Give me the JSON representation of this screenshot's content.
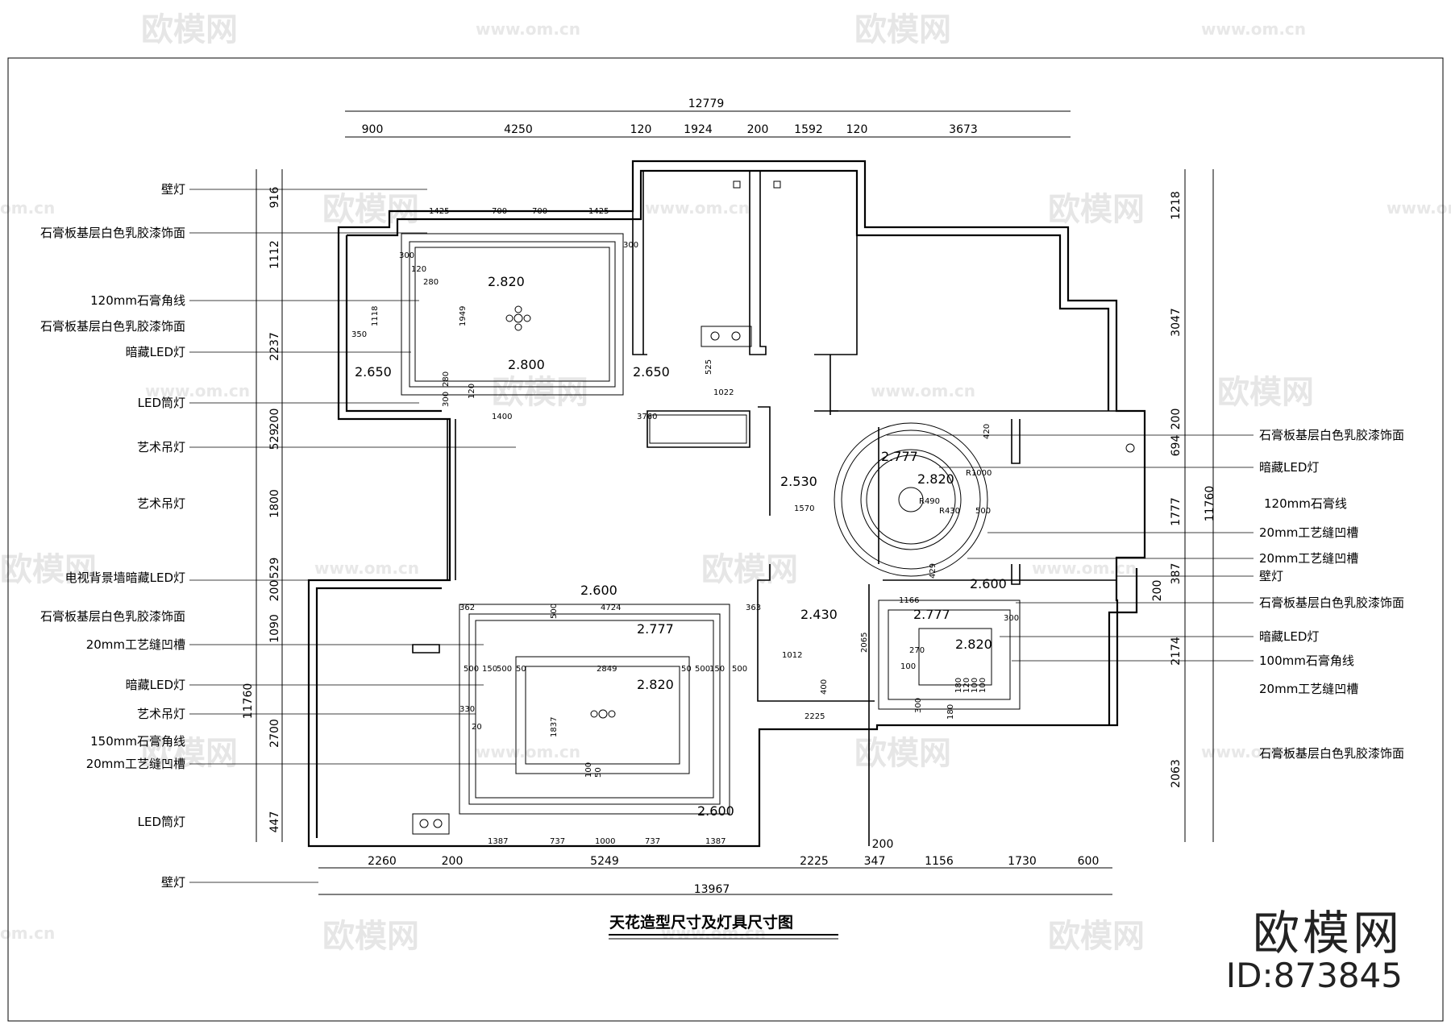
{
  "title": "天花造型尺寸及灯具尺寸图",
  "brand": {
    "name": "欧模网",
    "id": "ID:873845"
  },
  "watermark": {
    "logo": "欧模网",
    "url": "www.om.cn",
    "short": "om.cn"
  },
  "labels_left": [
    "壁灯",
    "石膏板基层白色乳胶漆饰面",
    "120mm石膏角线",
    "石膏板基层白色乳胶漆饰面",
    "暗藏LED灯",
    "LED筒灯",
    "艺术吊灯",
    "艺术吊灯",
    "电视背景墙暗藏LED灯",
    "石膏板基层白色乳胶漆饰面",
    "20mm工艺缝凹槽",
    "暗藏LED灯",
    "艺术吊灯",
    "150mm石膏角线",
    "20mm工艺缝凹槽",
    "LED筒灯",
    "壁灯"
  ],
  "labels_right": [
    "石膏板基层白色乳胶漆饰面",
    "暗藏LED灯",
    "120mm石膏线",
    "20mm工艺缝凹槽",
    "20mm工艺缝凹槽",
    "壁灯",
    "石膏板基层白色乳胶漆饰面",
    "暗藏LED灯",
    "100mm石膏角线",
    "20mm工艺缝凹槽",
    "石膏板基层白色乳胶漆饰面"
  ],
  "top_total": "12779",
  "top_dims": [
    "900",
    "4250",
    "120",
    "1924",
    "200",
    "1592",
    "120",
    "3673"
  ],
  "bottom_total": "13967",
  "bottom_dims": [
    "2260",
    "200",
    "5249",
    "2225",
    "347",
    "1156",
    "1730",
    "600"
  ],
  "bottom_extra": "200",
  "bottom_sub": [
    "1387",
    "737",
    "1000",
    "737",
    "1387"
  ],
  "left_total": "11760",
  "left_dims": [
    "916",
    "1112",
    "2237",
    "200",
    "529",
    "1800",
    "529",
    "200",
    "1090",
    "2700",
    "447"
  ],
  "right_total": "11760",
  "right_dims": [
    "1218",
    "3047",
    "200",
    "694",
    "1777",
    "387",
    "200",
    "2174",
    "2063"
  ],
  "levels": [
    "2.820",
    "2.800",
    "2.650",
    "2.650",
    "2.777",
    "2.820",
    "2.530",
    "2.600",
    "2.600",
    "2.430",
    "2.777",
    "2.777",
    "2.820",
    "2.820",
    "2.600"
  ],
  "small_dims": [
    "1425",
    "700",
    "700",
    "1425",
    "300",
    "120",
    "280",
    "300",
    "1118",
    "350",
    "1949",
    "280",
    "300",
    "120",
    "525",
    "1022",
    "1400",
    "3760",
    "1570",
    "R1000",
    "R490",
    "R430",
    "500",
    "420",
    "429",
    "1166",
    "300",
    "270",
    "100",
    "180",
    "300",
    "180",
    "120",
    "100",
    "100",
    "2065",
    "400",
    "1012",
    "2225",
    "362",
    "4724",
    "363",
    "500",
    "150",
    "500",
    "50",
    "2849",
    "50",
    "500",
    "150",
    "500",
    "330",
    "1837",
    "20",
    "100",
    "50",
    "1387",
    "737",
    "1000",
    "737",
    "1387",
    "500"
  ]
}
